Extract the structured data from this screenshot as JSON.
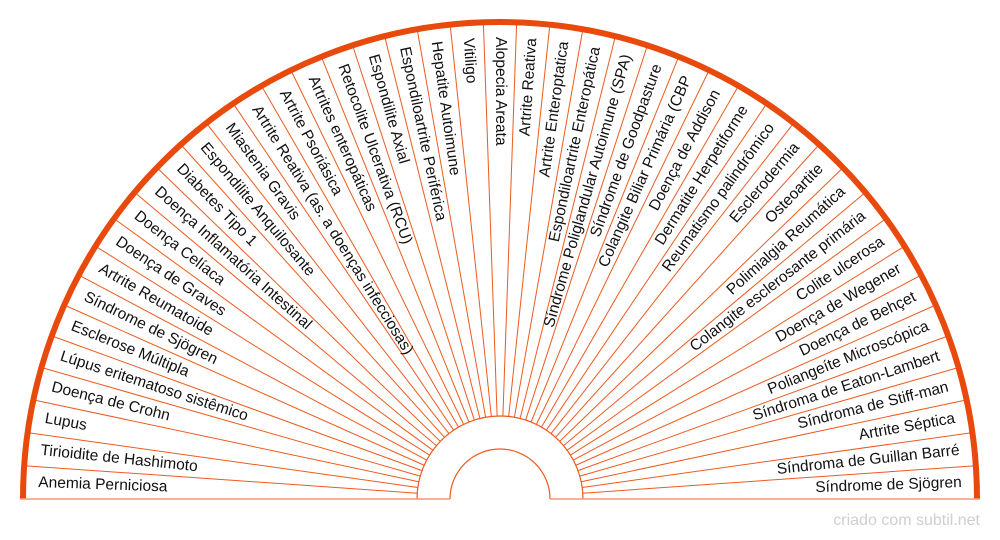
{
  "colors": {
    "accent": "#e8490c",
    "spoke": "#ee5a1e",
    "text": "#111111",
    "footer": "#cfcfcf"
  },
  "segments": [
    "Anemia Perniciosa",
    "Tirioidite de Hashimoto",
    "Lupus",
    "Doença de Crohn",
    "Lúpus eritematoso sistêmico",
    "Esclerose Múltipla",
    "Síndrome de Sjögren",
    "Artrite Reumatoide",
    "Doença de Graves",
    "Doença Celíaca",
    "Doença Inflamatória Intestinal",
    "Diabetes Tipo 1",
    "Espondilite Anquilosante",
    "Miastenia Gravis",
    "Artrite Reativa (as. a doenças infecciosas)",
    "Artrite Psoriásica",
    "Artrites enteropáticas",
    "Retocolite Ulcerativa (RCU)",
    "Espondilite Axial",
    "Espondiloartrite Periférica",
    "Hepatite Autoimune",
    "Vitiligo",
    "Alopecia Areata",
    "Artrite Reativa",
    "Artrite Enteroptatica",
    "Espondiloartrite Enteropática",
    "Síndrome Poliglandular Autoimune (SPA)",
    "Síndrome de Goodpasture",
    "Colangite Biliar Primária (CBP",
    "Doença de Addison",
    "Dermatite Herpetiforme",
    "Reumatismo palindrômico",
    "Esclerodermia",
    "Osteoartite",
    "Polimialgia Reumática",
    "Colangite esclerosante primária",
    "Colite ulcerosa",
    "Doença de Wegener",
    "Doença de Behçet",
    "Poliangeíte Microscópica",
    "Síndroma de Eaton-Lambert",
    "Síndroma de Stiff-man",
    "Artrite Séptica",
    "Síndroma de Guillan Barré",
    "Síndrome de Sjögren"
  ],
  "footer": "criado com subtil.net"
}
